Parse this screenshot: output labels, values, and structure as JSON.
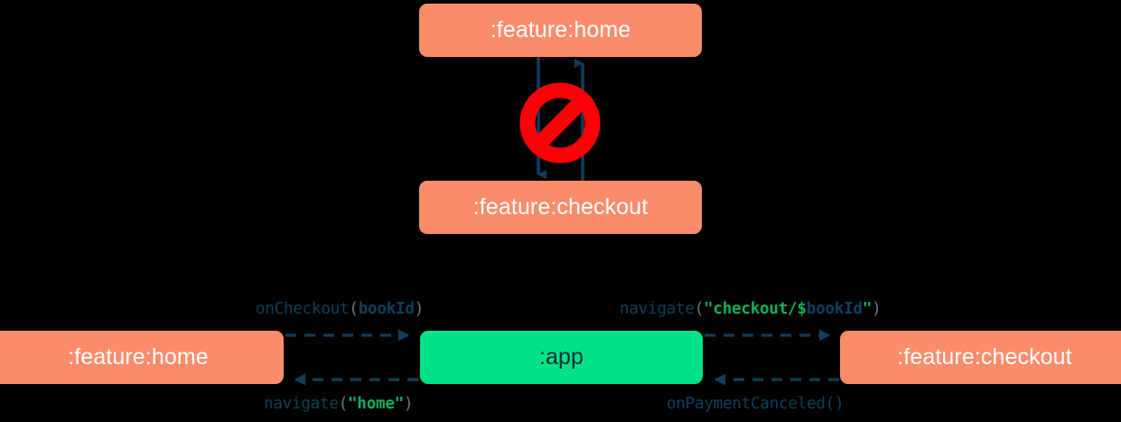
{
  "diagram": {
    "title": "Module navigation dependency diagram",
    "background_color": "#000000",
    "palette": {
      "module_orange": "#fb8c6a",
      "module_green": "#00e287",
      "arrow_navy": "#0f3f5c",
      "label_code": "#0f3f5c",
      "label_string": "#11b15a",
      "label_punct": "#6b7a82",
      "forbidden_red": "#fb0007",
      "node_text_light": "#ffffff",
      "node_text_dark": "#0c2b3a"
    },
    "top_section": {
      "nodes": [
        {
          "id": "home-top",
          "label": ":feature:home",
          "color": "orange"
        },
        {
          "id": "checkout-top",
          "label": ":feature:checkout",
          "color": "orange"
        }
      ],
      "edges": [
        {
          "from": "home-top",
          "to": "checkout-top",
          "style": "solid",
          "direction": "down"
        },
        {
          "from": "checkout-top",
          "to": "home-top",
          "style": "solid",
          "direction": "up"
        }
      ],
      "annotation_icon": "prohibition-icon",
      "annotation_meaning": "forbidden / not allowed"
    },
    "bottom_section": {
      "nodes": [
        {
          "id": "home-bottom",
          "label": ":feature:home",
          "color": "orange"
        },
        {
          "id": "app",
          "label": ":app",
          "color": "green"
        },
        {
          "id": "checkout-bottom",
          "label": ":feature:checkout",
          "color": "orange"
        }
      ],
      "edges": [
        {
          "id": "home-to-app",
          "from": "home-bottom",
          "to": "app",
          "style": "dashed",
          "direction": "right",
          "label_position": "above-left",
          "label_plain": "onCheckout(bookId)",
          "tokens": [
            {
              "text": "onCheckout",
              "type": "fn"
            },
            {
              "text": "(",
              "type": "punct"
            },
            {
              "text": "bookId",
              "type": "ident"
            },
            {
              "text": ")",
              "type": "punct"
            }
          ]
        },
        {
          "id": "app-to-checkout",
          "from": "app",
          "to": "checkout-bottom",
          "style": "dashed",
          "direction": "right",
          "label_position": "above-right",
          "label_plain": "navigate(\"checkout/$bookId\")",
          "tokens": [
            {
              "text": "navigate",
              "type": "fn"
            },
            {
              "text": "(",
              "type": "punct"
            },
            {
              "text": "\"checkout/$",
              "type": "str"
            },
            {
              "text": "bookId",
              "type": "var"
            },
            {
              "text": "\"",
              "type": "str"
            },
            {
              "text": ")",
              "type": "punct"
            }
          ]
        },
        {
          "id": "app-to-home",
          "from": "app",
          "to": "home-bottom",
          "style": "dashed",
          "direction": "left",
          "label_position": "below-left",
          "label_plain": "navigate(\"home\")",
          "tokens": [
            {
              "text": "navigate",
              "type": "fn"
            },
            {
              "text": "(",
              "type": "punct"
            },
            {
              "text": "\"home\"",
              "type": "str"
            },
            {
              "text": ")",
              "type": "punct"
            }
          ]
        },
        {
          "id": "checkout-to-app",
          "from": "checkout-bottom",
          "to": "app",
          "style": "dashed",
          "direction": "left",
          "label_position": "below-right",
          "label_plain": "onPaymentCanceled()",
          "tokens": [
            {
              "text": "onPaymentCanceled()",
              "type": "fn"
            }
          ]
        }
      ]
    }
  }
}
